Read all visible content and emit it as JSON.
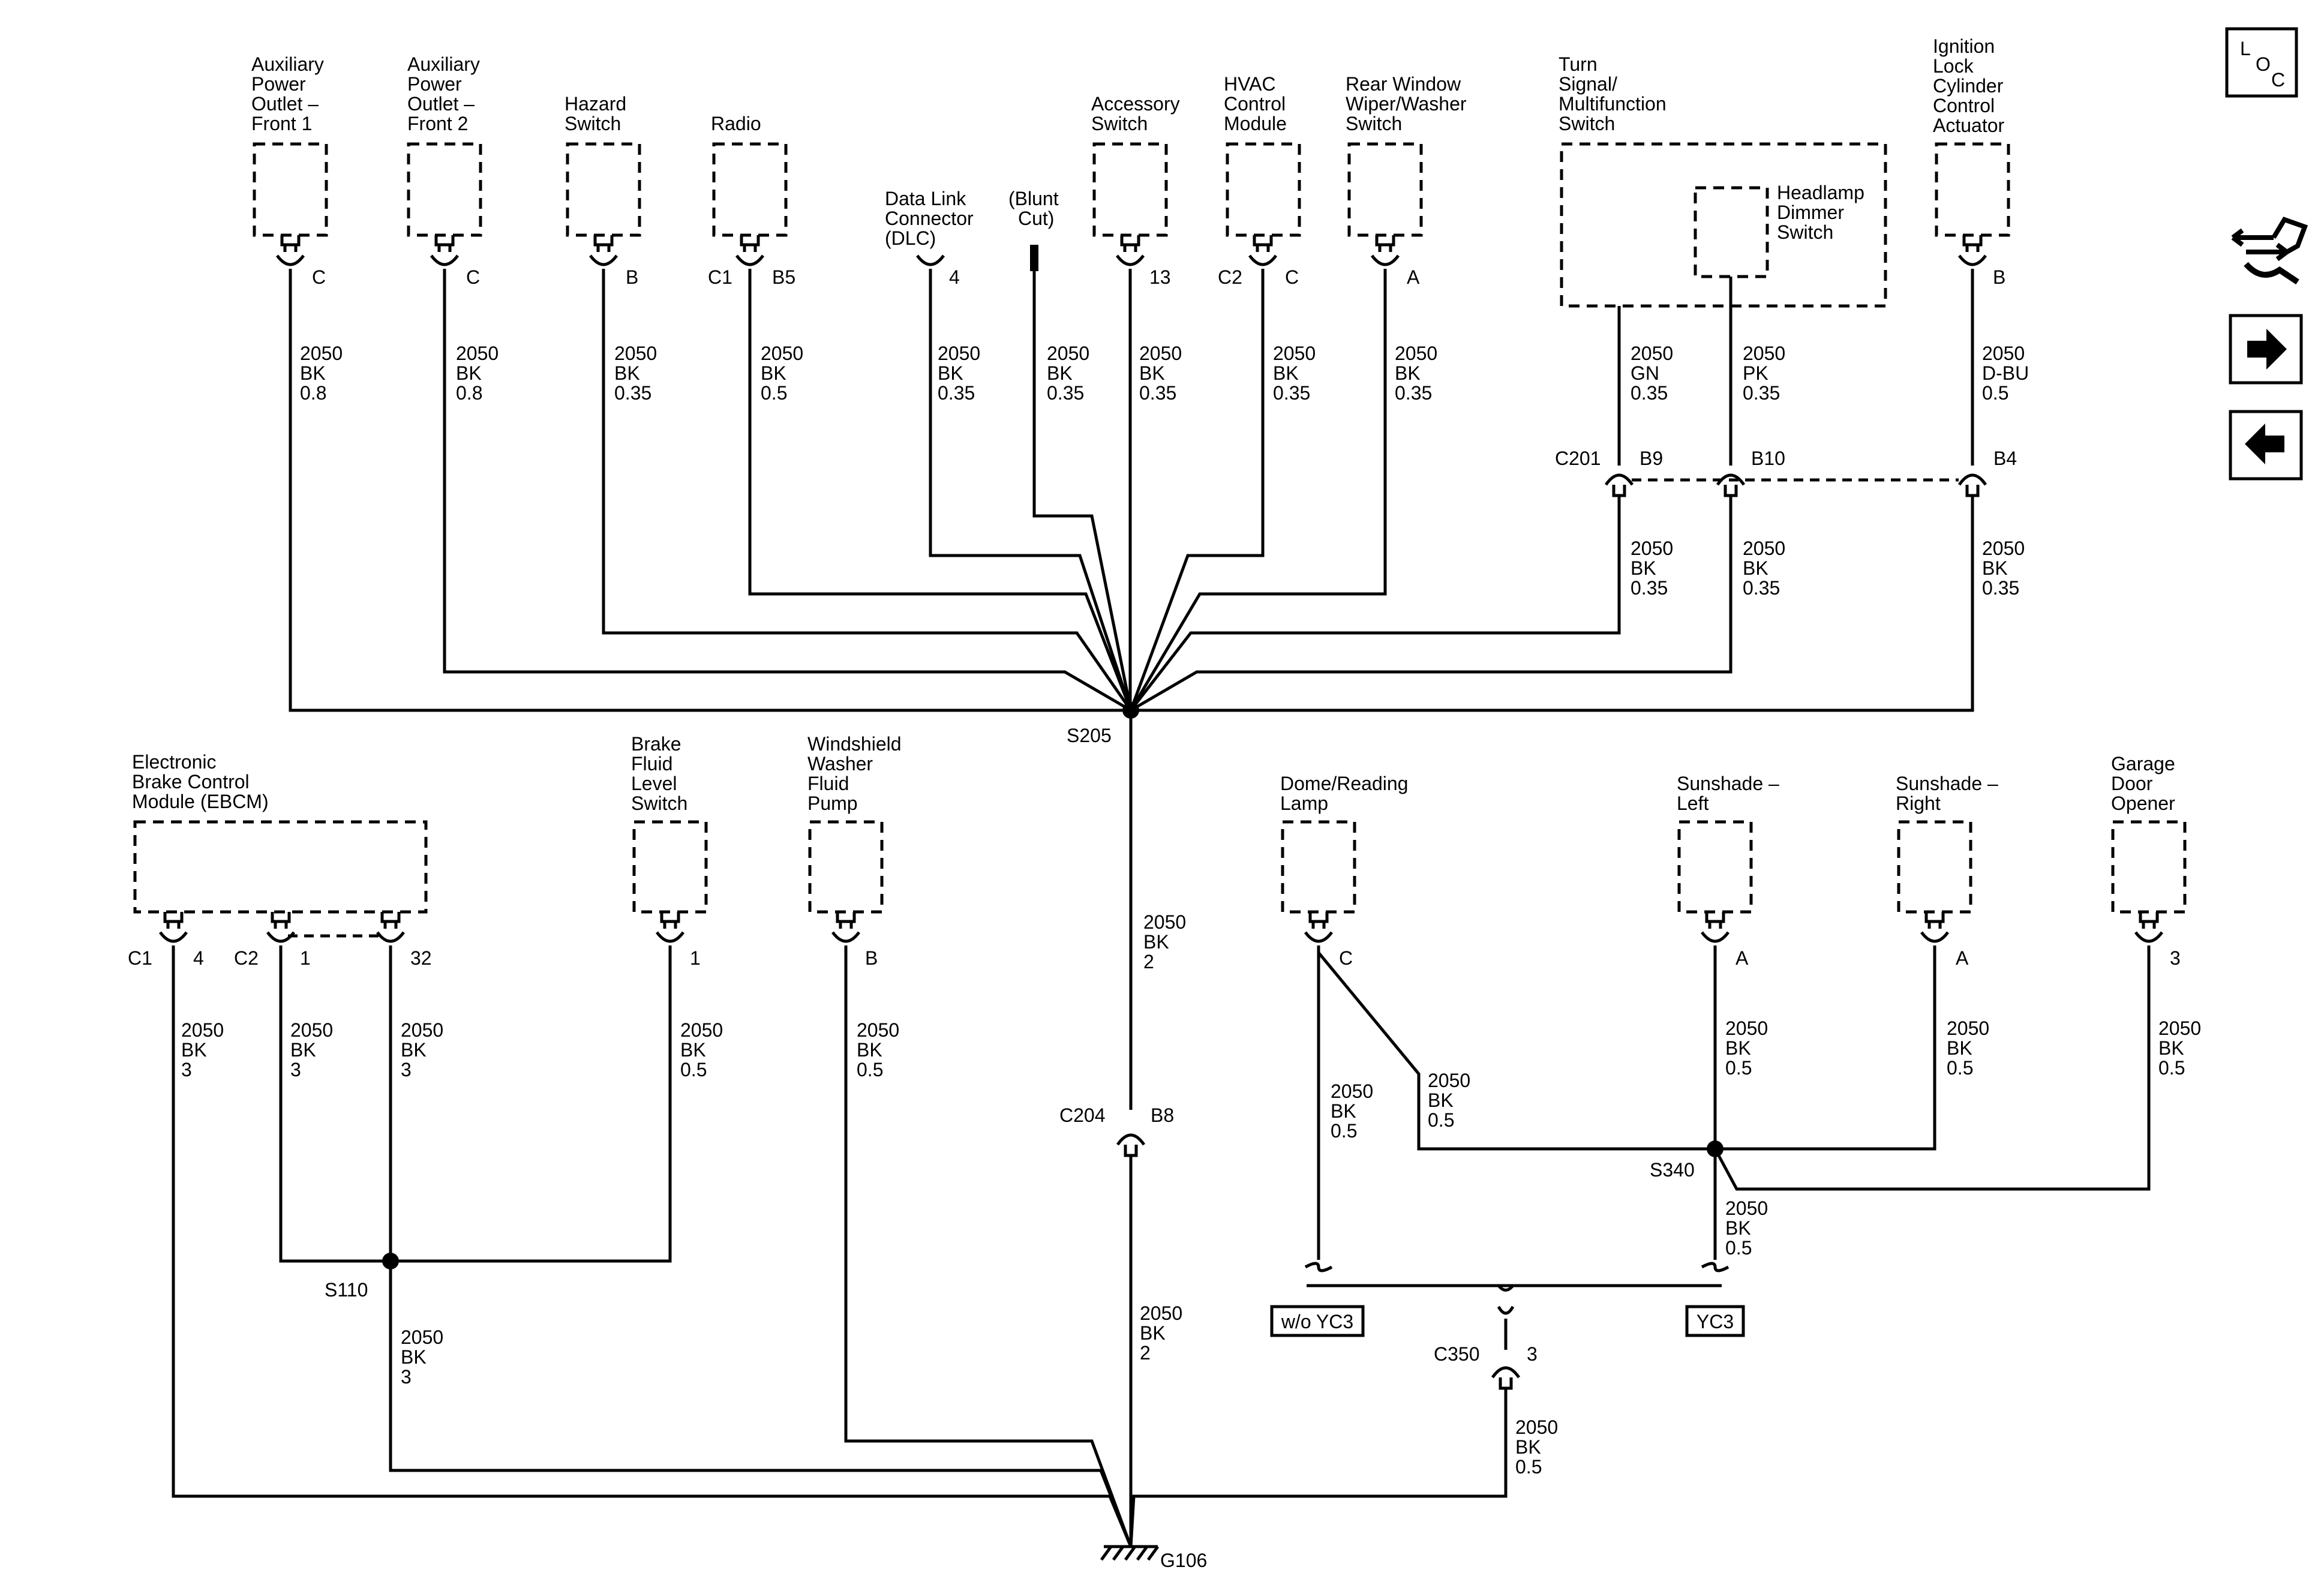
{
  "components": {
    "apo1": {
      "l1": "Auxiliary",
      "l2": "Power",
      "l3": "Outlet –",
      "l4": "Front 1",
      "pin": "C",
      "wire": [
        "2050",
        "BK",
        "0.8"
      ]
    },
    "apo2": {
      "l1": "Auxiliary",
      "l2": "Power",
      "l3": "Outlet –",
      "l4": "Front 2",
      "pin": "C",
      "wire": [
        "2050",
        "BK",
        "0.8"
      ]
    },
    "hazard": {
      "l1": "Hazard",
      "l2": "Switch",
      "pin": "B",
      "wire": [
        "2050",
        "BK",
        "0.35"
      ]
    },
    "radio": {
      "l1": "Radio",
      "conn": "C1",
      "pin": "B5",
      "wire": [
        "2050",
        "BK",
        "0.5"
      ]
    },
    "dlc": {
      "l1": "Data Link",
      "l2": "Connector",
      "l3": "(DLC)",
      "pin": "4",
      "wire": [
        "2050",
        "BK",
        "0.35"
      ]
    },
    "blunt": {
      "l1": "(Blunt",
      "l2": "Cut)",
      "wire": [
        "2050",
        "BK",
        "0.35"
      ]
    },
    "acc": {
      "l1": "Accessory",
      "l2": "Switch",
      "pin": "13",
      "wire": [
        "2050",
        "BK",
        "0.35"
      ]
    },
    "hvac": {
      "l1": "HVAC",
      "l2": "Control",
      "l3": "Module",
      "conn": "C2",
      "pin": "C",
      "wire": [
        "2050",
        "BK",
        "0.35"
      ]
    },
    "rear": {
      "l1": "Rear Window",
      "l2": "Wiper/Washer",
      "l3": "Switch",
      "pin": "A",
      "wire": [
        "2050",
        "BK",
        "0.35"
      ]
    },
    "turn": {
      "l1": "Turn",
      "l2": "Signal/",
      "l3": "Multifunction",
      "l4": "Switch",
      "wire_gn": [
        "2050",
        "GN",
        "0.35"
      ],
      "wire_pk": [
        "2050",
        "PK",
        "0.35"
      ]
    },
    "headlamp": {
      "l1": "Headlamp",
      "l2": "Dimmer",
      "l3": "Switch"
    },
    "ign": {
      "l1": "Ignition",
      "l2": "Lock",
      "l3": "Cylinder",
      "l4": "Control",
      "l5": "Actuator",
      "pin": "B",
      "wire": [
        "2050",
        "D-BU",
        "0.5"
      ]
    },
    "ebcm": {
      "l1": "Electronic",
      "l2": "Brake Control",
      "l3": "Module (EBCM)",
      "c1": "C1",
      "p4": "4",
      "c2": "C2",
      "p1": "1",
      "p32": "32",
      "wire4": [
        "2050",
        "BK",
        "3"
      ],
      "wire1": [
        "2050",
        "BK",
        "3"
      ],
      "wire32": [
        "2050",
        "BK",
        "3"
      ]
    },
    "bfl": {
      "l1": "Brake",
      "l2": "Fluid",
      "l3": "Level",
      "l4": "Switch",
      "pin": "1",
      "wire": [
        "2050",
        "BK",
        "0.5"
      ]
    },
    "wwp": {
      "l1": "Windshield",
      "l2": "Washer",
      "l3": "Fluid",
      "l4": "Pump",
      "pin": "B",
      "wire": [
        "2050",
        "BK",
        "0.5"
      ]
    },
    "dome": {
      "l1": "Dome/Reading",
      "l2": "Lamp",
      "pin": "C",
      "wire_a": [
        "2050",
        "BK",
        "0.5"
      ],
      "wire_b": [
        "2050",
        "BK",
        "0.5"
      ]
    },
    "sunL": {
      "l1": "Sunshade –",
      "l2": "Left",
      "pin": "A",
      "wire": [
        "2050",
        "BK",
        "0.5"
      ]
    },
    "sunR": {
      "l1": "Sunshade –",
      "l2": "Right",
      "pin": "A",
      "wire": [
        "2050",
        "BK",
        "0.5"
      ]
    },
    "garage": {
      "l1": "Garage",
      "l2": "Door",
      "l3": "Opener",
      "pin": "3",
      "wire": [
        "2050",
        "BK",
        "0.5"
      ]
    }
  },
  "connectors": {
    "c201": "C201",
    "b9": "B9",
    "b10": "B10",
    "b4": "B4",
    "c204": "C204",
    "b8": "B8",
    "c350": "C350",
    "c350pin": "3"
  },
  "wires": {
    "c201_b9": [
      "2050",
      "BK",
      "0.35"
    ],
    "c201_b10": [
      "2050",
      "BK",
      "0.35"
    ],
    "c201_b4": [
      "2050",
      "BK",
      "0.35"
    ],
    "s205_c204": [
      "2050",
      "BK",
      "2"
    ],
    "c204_g106": [
      "2050",
      "BK",
      "2"
    ],
    "s110_g106": [
      "2050",
      "BK",
      "3"
    ],
    "s340_c350": [
      "2050",
      "BK",
      "0.5"
    ],
    "c350_g106": [
      "2050",
      "BK",
      "0.5"
    ]
  },
  "splices": {
    "s205": "S205",
    "s110": "S110",
    "s340": "S340"
  },
  "ground": "G106",
  "options": {
    "without": "w/o YC3",
    "with": "YC3"
  },
  "nav": {
    "loc_l": "L",
    "loc_o": "O",
    "loc_c": "C",
    "icons": [
      "loc-icon",
      "harness-icon",
      "arrow-right-icon",
      "arrow-left-icon"
    ]
  }
}
